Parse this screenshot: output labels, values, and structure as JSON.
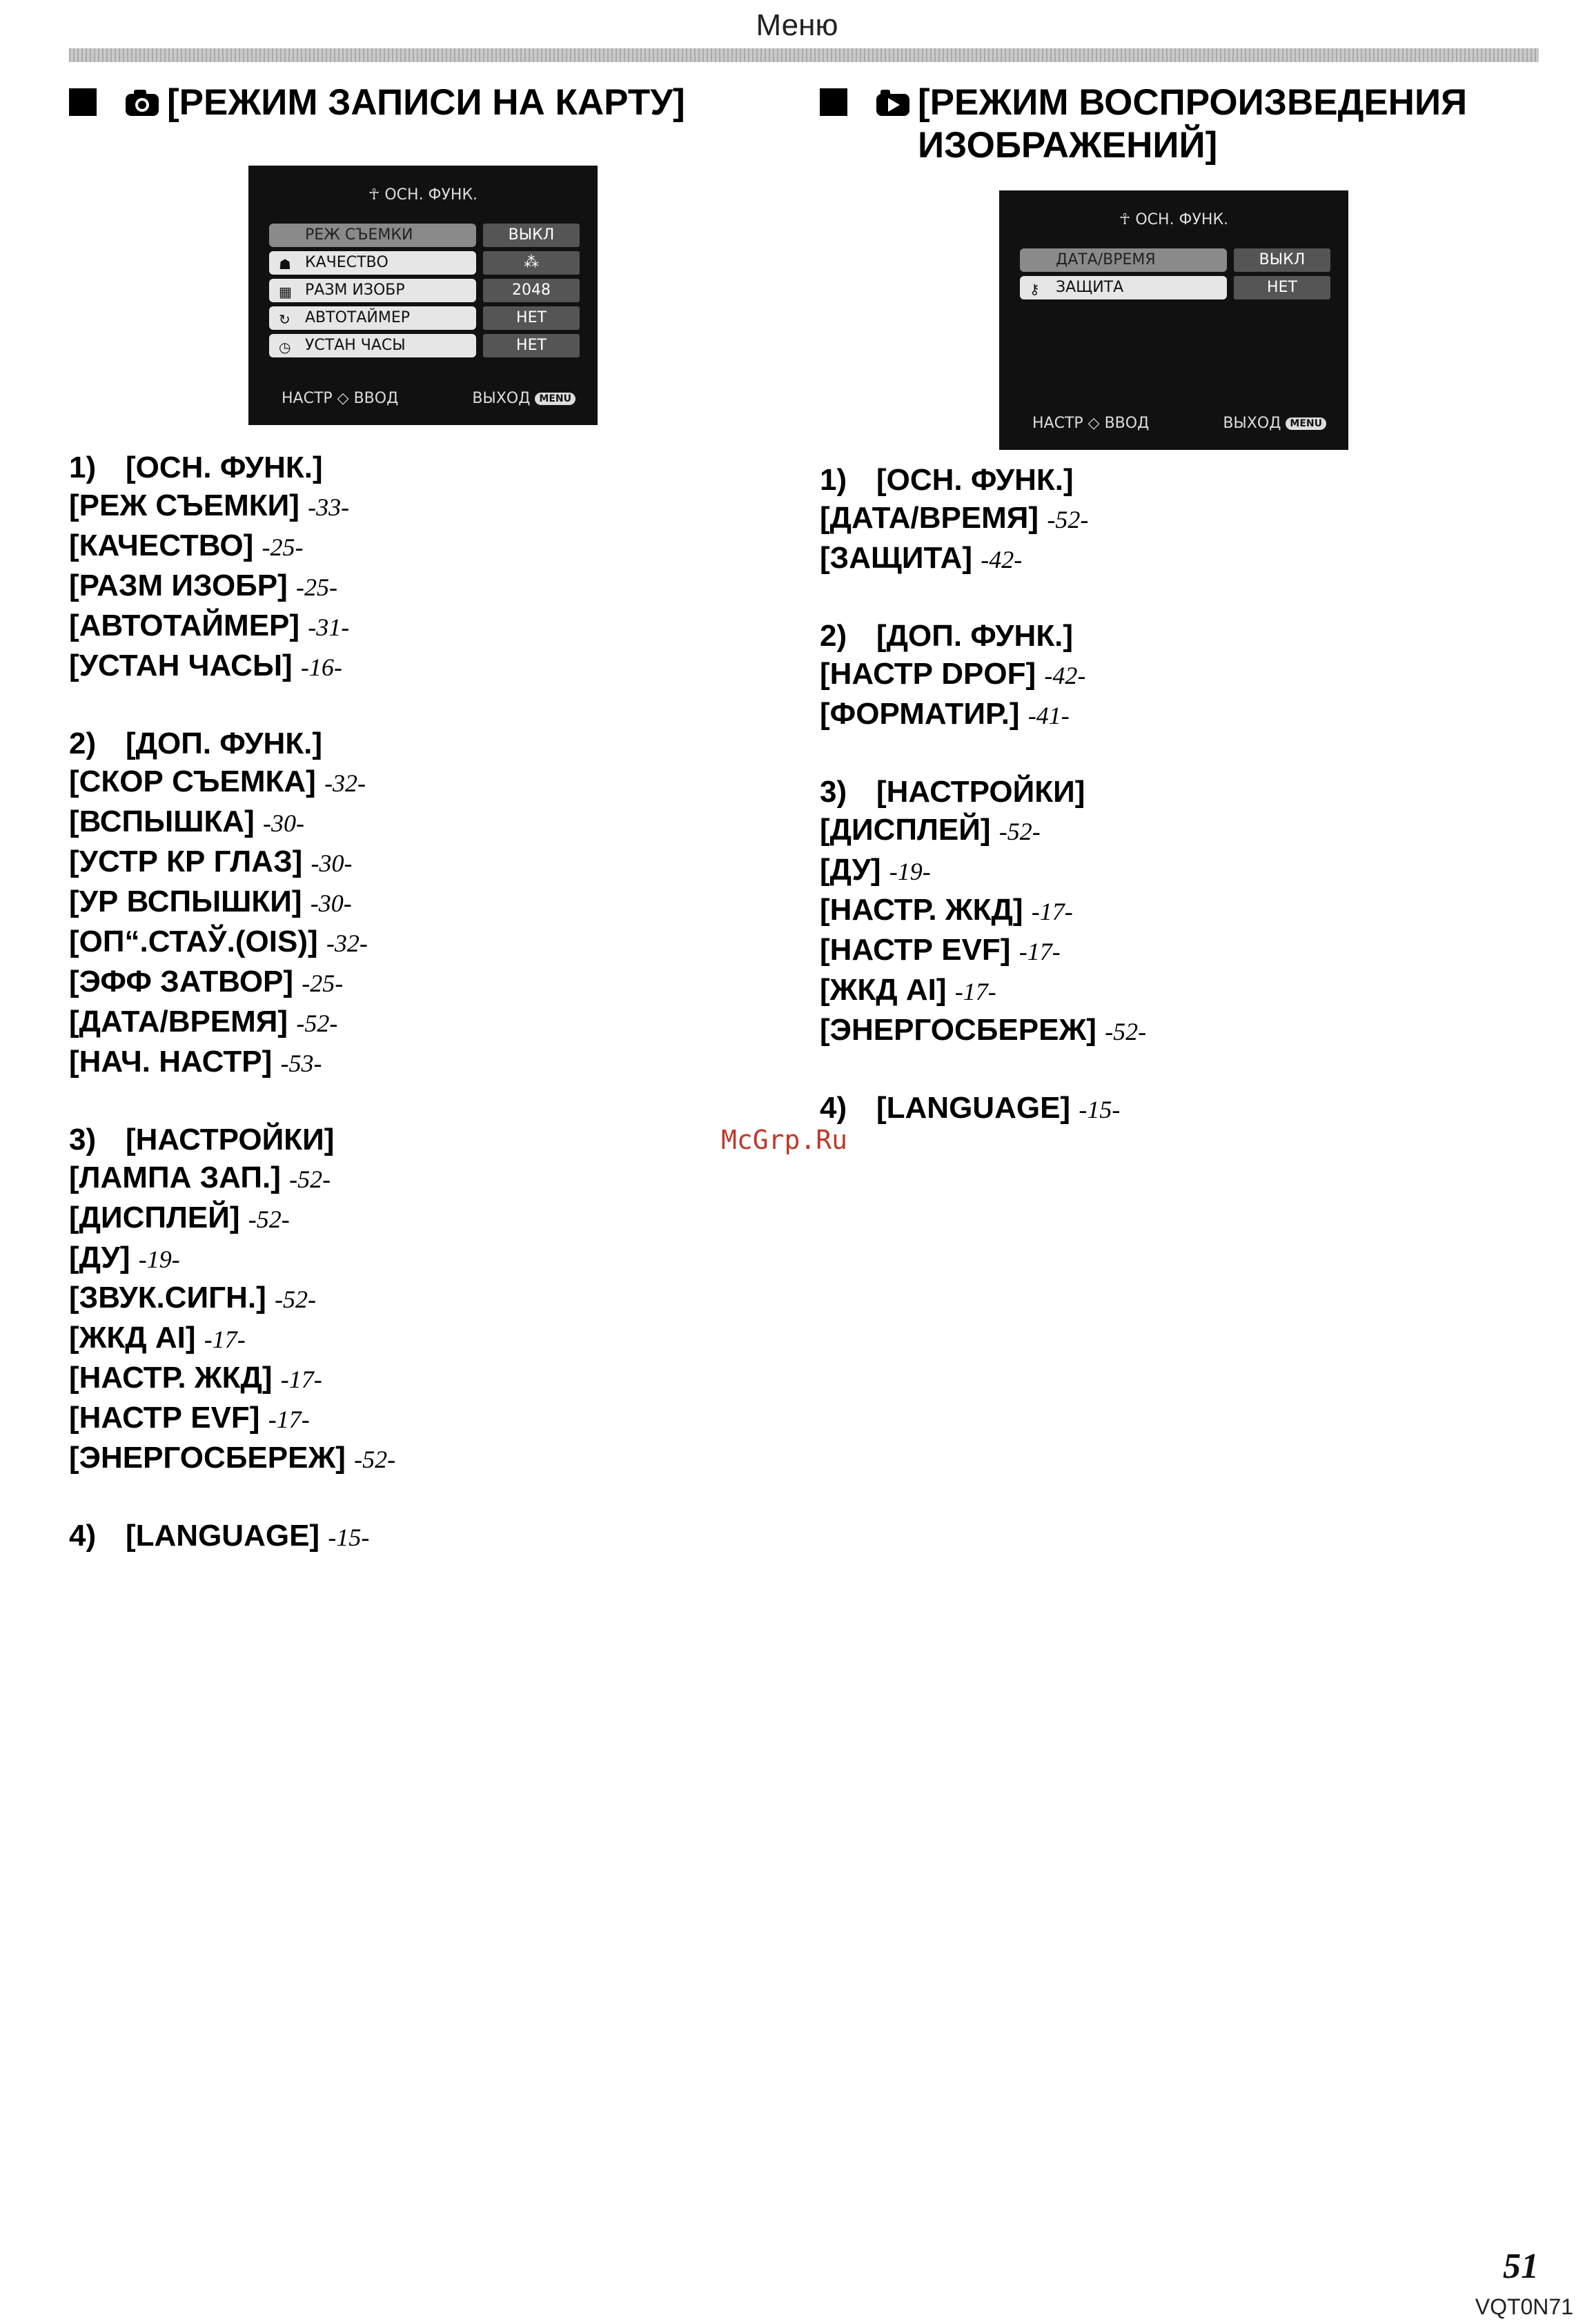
{
  "header": {
    "title": "Меню"
  },
  "left": {
    "heading": "[РЕЖИМ ЗАПИСИ НА КАРТУ]",
    "screen": {
      "title": "ОСН. ФУНК.",
      "rows": [
        {
          "label": "РЕЖ СЪЕМКИ",
          "value": "ВЫКЛ"
        },
        {
          "label": "КАЧЕСТВО",
          "value": ""
        },
        {
          "label": "РАЗМ ИЗОБР",
          "value": "2048"
        },
        {
          "label": "АВТОТАЙМЕР",
          "value": "НЕТ"
        },
        {
          "label": "УСТАН ЧАСЫ",
          "value": "НЕТ"
        }
      ],
      "footer_left": "НАСТР",
      "footer_mid": "ВВОД",
      "footer_right": "ВЫХОД",
      "menu_badge": "MENU"
    },
    "groups": [
      {
        "title": "[ОСН. ФУНК.]",
        "num": "1)",
        "items": [
          {
            "label": "[РЕЖ СЪЕМКИ]",
            "page": "-33-"
          },
          {
            "label": "[КАЧЕСТВО]",
            "page": "-25-"
          },
          {
            "label": "[РАЗМ ИЗОБР]",
            "page": "-25-"
          },
          {
            "label": "[АВТОТАЙМЕР]",
            "page": "-31-"
          },
          {
            "label": "[УСТАН ЧАСЫ]",
            "page": "-16-"
          }
        ]
      },
      {
        "title": "[ДОП. ФУНК.]",
        "num": "2)",
        "items": [
          {
            "label": "[СКОР СЪЕМКА]",
            "page": "-32-"
          },
          {
            "label": "[ВСПЫШКА]",
            "page": "-30-"
          },
          {
            "label": "[УСТР КР ГЛАЗ]",
            "page": "-30-"
          },
          {
            "label": "[УР ВСПЫШКИ]",
            "page": "-30-"
          },
          {
            "label": "[ОП“.СТАЎ.(OIS)]",
            "page": "-32-"
          },
          {
            "label": "[ЭФФ ЗАТВОР]",
            "page": "-25-"
          },
          {
            "label": "[ДАТА/ВРЕМЯ]",
            "page": "-52-"
          },
          {
            "label": "[НАЧ. НАСТР]",
            "page": "-53-"
          }
        ]
      },
      {
        "title": "[НАСТРОЙКИ]",
        "num": "3)",
        "items": [
          {
            "label": "[ЛАМПА ЗАП.]",
            "page": "-52-"
          },
          {
            "label": "[ДИСПЛЕЙ]",
            "page": "-52-"
          },
          {
            "label": "[ДУ]",
            "page": "-19-"
          },
          {
            "label": "[ЗВУК.СИГН.]",
            "page": "-52-"
          },
          {
            "label": "[ЖКД AI]",
            "page": "-17-"
          },
          {
            "label": "[НАСТР. ЖКД]",
            "page": "-17-"
          },
          {
            "label": "[НАСТР EVF]",
            "page": "-17-"
          },
          {
            "label": "[ЭНЕРГОСБЕРЕЖ]",
            "page": "-52-"
          }
        ]
      },
      {
        "title": "[LANGUAGE]",
        "num": "4)",
        "page": "-15-",
        "items": []
      }
    ]
  },
  "right": {
    "heading": "[РЕЖИМ ВОСПРОИЗВЕДЕНИЯ\nИЗОБРАЖЕНИЙ]",
    "screen": {
      "title": "ОСН. ФУНК.",
      "rows": [
        {
          "label": "ДАТА/ВРЕМЯ",
          "value": "ВЫКЛ"
        },
        {
          "label": "ЗАЩИТА",
          "value": "НЕТ"
        }
      ],
      "footer_left": "НАСТР",
      "footer_mid": "ВВОД",
      "footer_right": "ВЫХОД",
      "menu_badge": "MENU"
    },
    "groups": [
      {
        "title": "[ОСН. ФУНК.]",
        "num": "1)",
        "items": [
          {
            "label": "[ДАТА/ВРЕМЯ]",
            "page": "-52-"
          },
          {
            "label": "[ЗАЩИТА]",
            "page": "-42-"
          }
        ]
      },
      {
        "title": "[ДОП. ФУНК.]",
        "num": "2)",
        "items": [
          {
            "label": "[НАСТР DPOF]",
            "page": "-42-"
          },
          {
            "label": "[ФОРМАТИР.]",
            "page": "-41-"
          }
        ]
      },
      {
        "title": "[НАСТРОЙКИ]",
        "num": "3)",
        "items": [
          {
            "label": "[ДИСПЛЕЙ]",
            "page": "-52-"
          },
          {
            "label": "[ДУ]",
            "page": "-19-"
          },
          {
            "label": "[НАСТР. ЖКД]",
            "page": "-17-"
          },
          {
            "label": "[НАСТР EVF]",
            "page": "-17-"
          },
          {
            "label": "[ЖКД AI]",
            "page": "-17-"
          },
          {
            "label": "[ЭНЕРГОСБЕРЕЖ]",
            "page": "-52-"
          }
        ]
      },
      {
        "title": "[LANGUAGE]",
        "num": "4)",
        "page": "-15-",
        "items": []
      }
    ]
  },
  "watermark": "McGrp.Ru",
  "footer": {
    "page_number": "51",
    "doc_code": "VQT0N71"
  }
}
